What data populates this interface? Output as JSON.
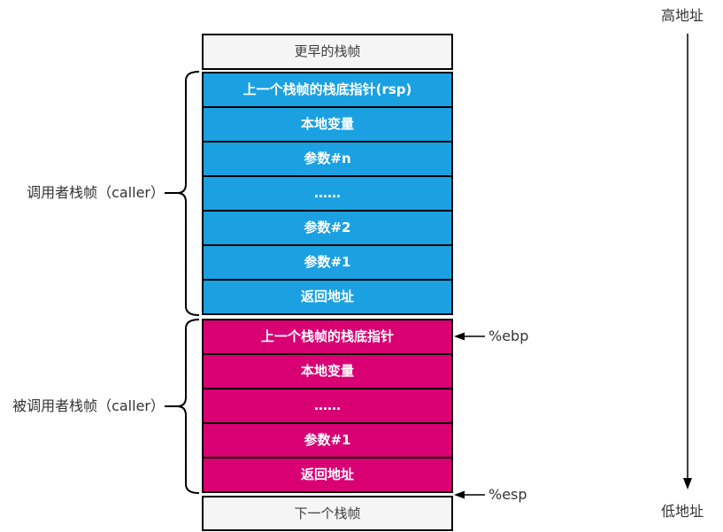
{
  "diagram": {
    "high_address_label": "高地址",
    "low_address_label": "低地址",
    "caller_label": "调用者栈帧（caller）",
    "callee_label": "被调用者栈帧（caller）",
    "ebp_label": "%ebp",
    "esp_label": "%esp",
    "header_row": "更早的栈帧",
    "footer_row": "下一个栈帧",
    "caller_rows": [
      "上一个栈帧的栈底指针(rsp)",
      "本地变量",
      "参数#n",
      "……",
      "参数#2",
      "参数#1",
      "返回地址"
    ],
    "callee_rows": [
      "上一个栈帧的栈底指针",
      "本地变量",
      "……",
      "参数#1",
      "返回地址"
    ],
    "colors": {
      "caller": "#1BA1E2",
      "callee": "#D80073",
      "frame_bg": "#F5F5F5",
      "border": "#000000"
    }
  }
}
